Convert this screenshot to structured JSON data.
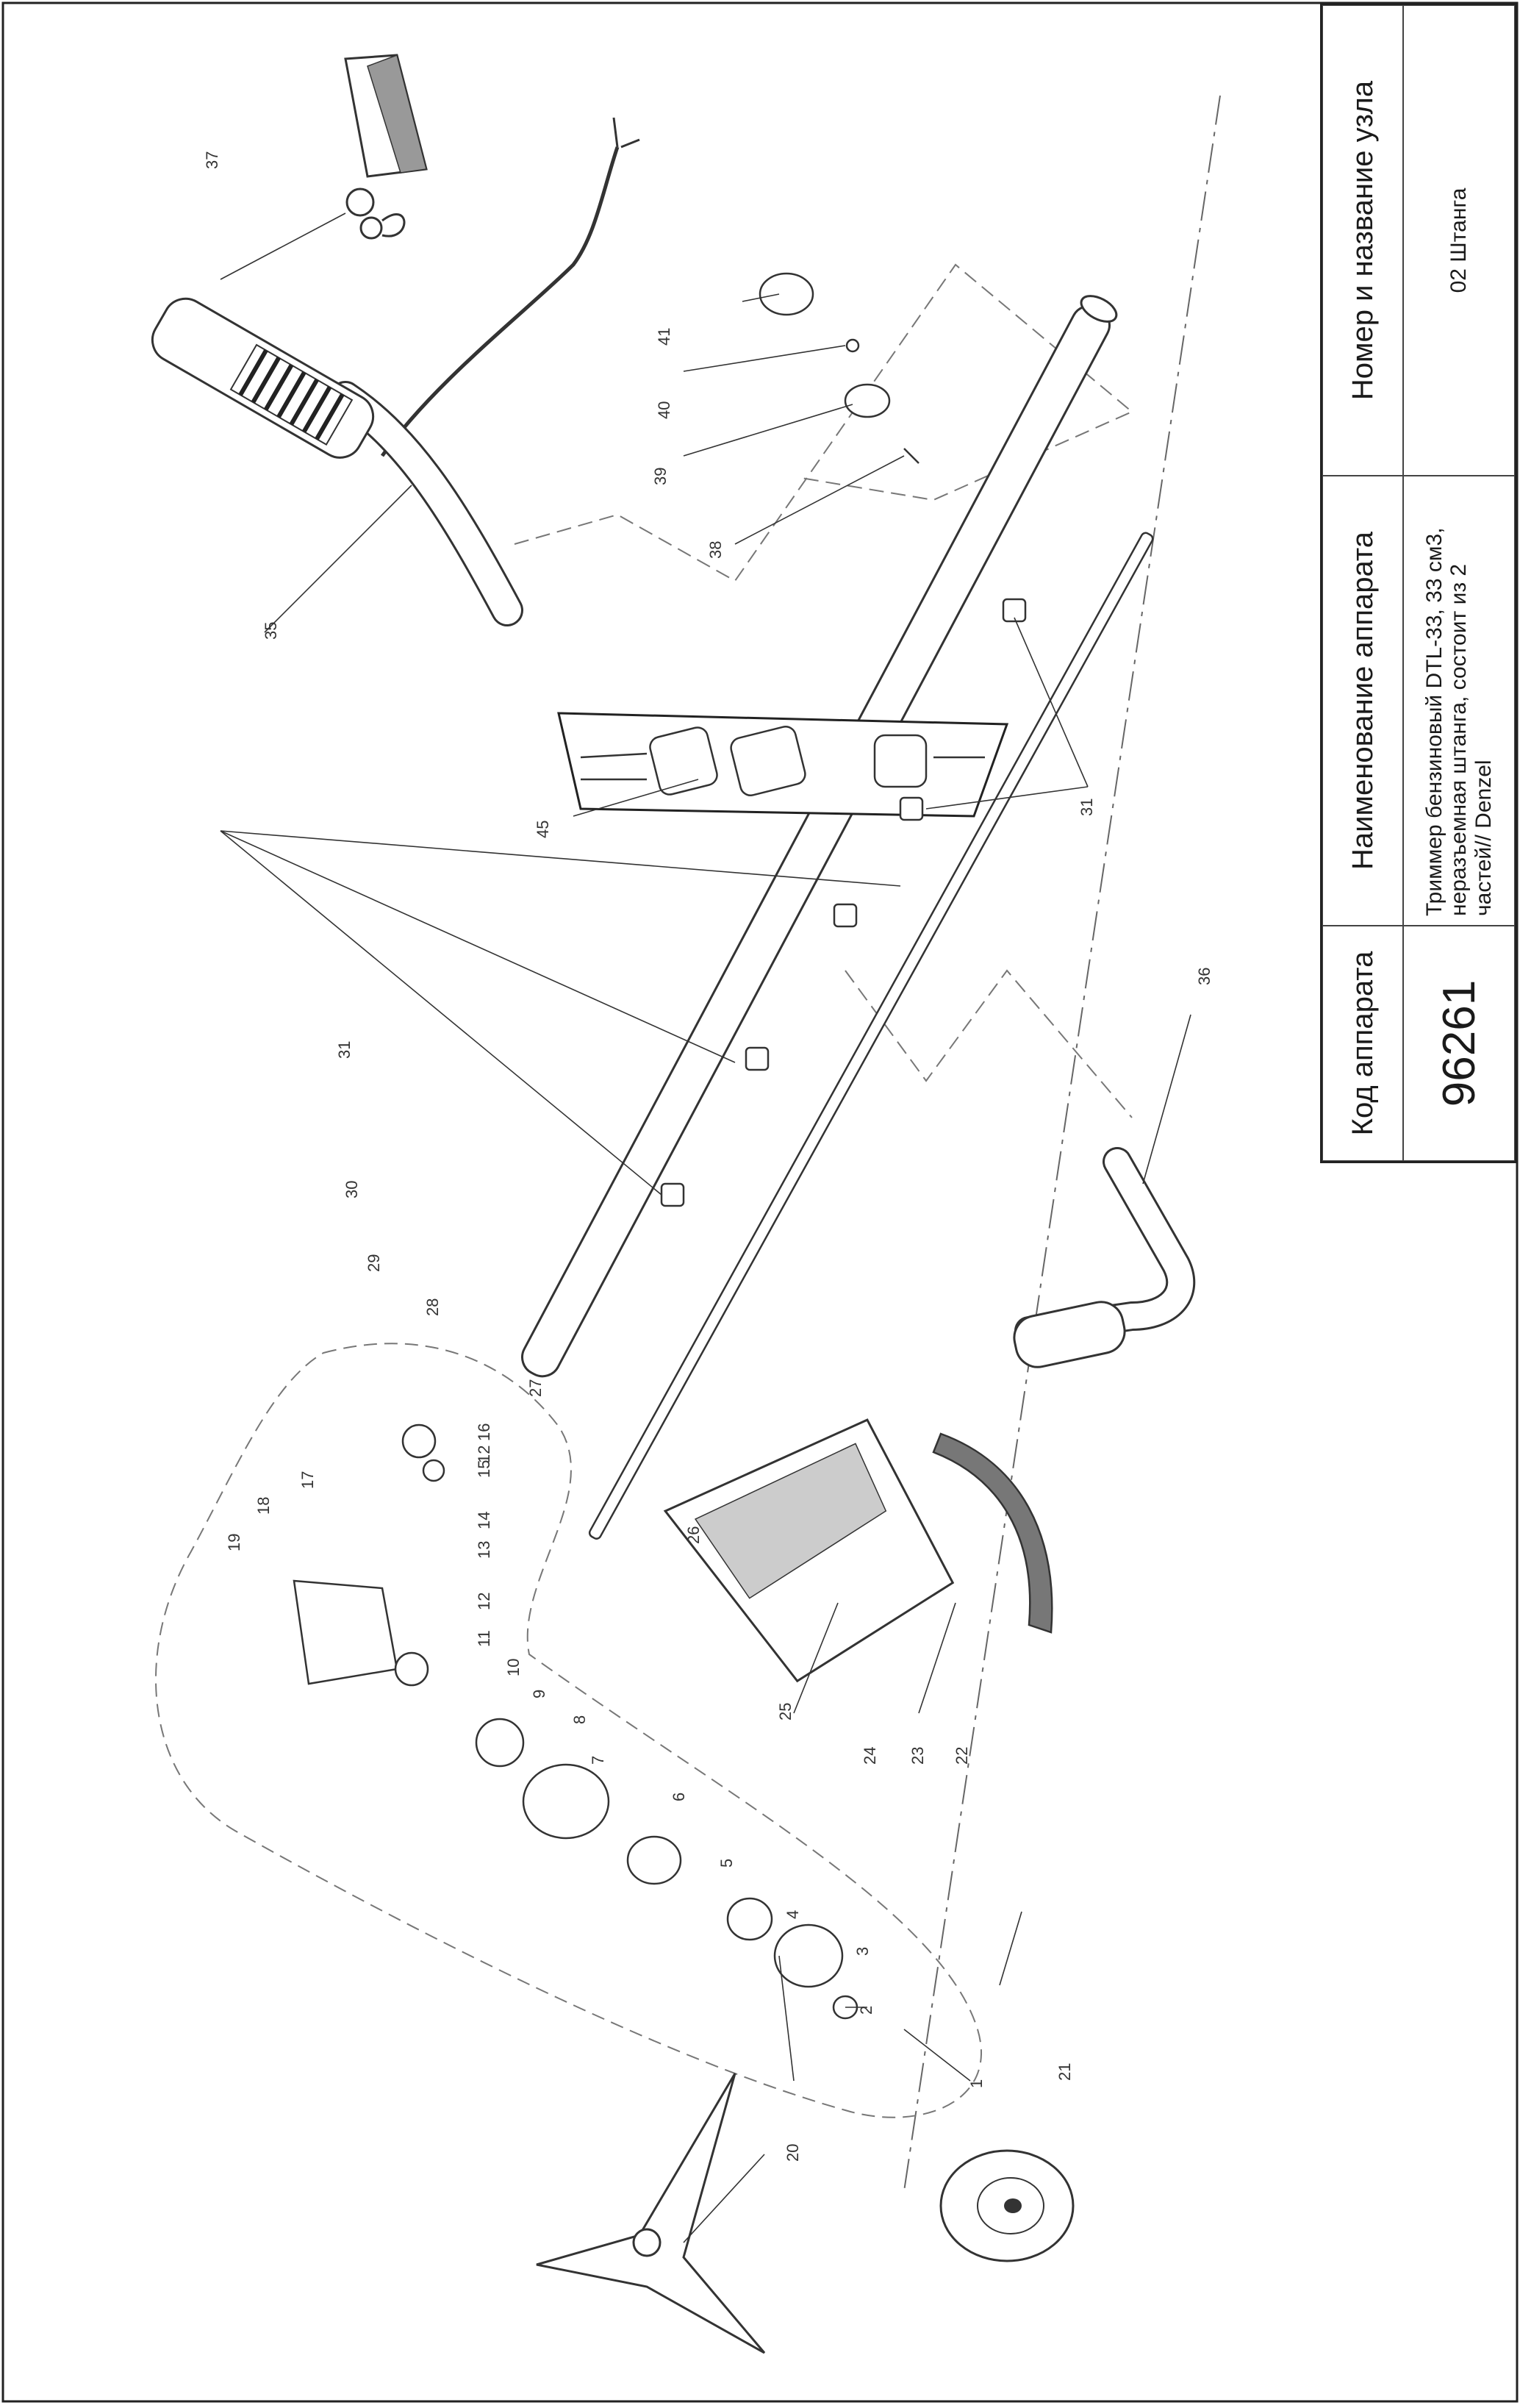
{
  "title_block": {
    "code_header": "Код аппарата",
    "code_value": "96261",
    "name_header": "Наименование аппарата",
    "name_value": "Триммер бензиновый DTL-33, 33 см3, неразъемная штанга, состоит из 2 частей// Denzel",
    "unit_header": "Номер и название узла",
    "unit_value": "02 Штанга"
  },
  "callouts": [
    "1",
    "2",
    "3",
    "4",
    "5",
    "6",
    "7",
    "8",
    "9",
    "10",
    "11",
    "12",
    "12",
    "13",
    "14",
    "15",
    "16",
    "17",
    "18",
    "19",
    "20",
    "21",
    "22",
    "23",
    "24",
    "25",
    "26",
    "27",
    "28",
    "29",
    "30",
    "31",
    "31",
    "35",
    "36",
    "37",
    "38",
    "39",
    "40",
    "41",
    "45"
  ]
}
